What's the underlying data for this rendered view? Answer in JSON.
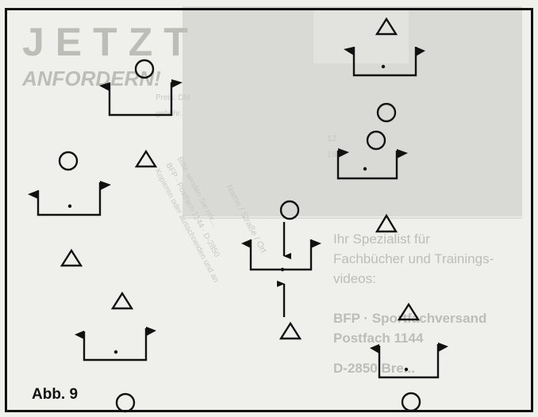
{
  "figure": {
    "caption": "Abb. 9"
  },
  "bleed_through": {
    "headline": "JETZT",
    "subheadline": "ANFORDERN!",
    "price_note": [
      "Preis: DM",
      "",
      "gebühr."
    ],
    "counter_labels": [
      "12",
      "19"
    ],
    "lines": [
      "Ihr Spezialist für",
      "Fachbücher und Trainings-",
      "videos:",
      "BFP · Sportfachversand",
      "Postfach 1144",
      "D-2850 Bre..."
    ],
    "coupon_lines": [
      "Kopieren oder ausschneiden und an",
      "BFP · Postfach 1144 · D-2850",
      "Bitte senden Sie mir...",
      "Name / Straße / Ort"
    ]
  }
}
